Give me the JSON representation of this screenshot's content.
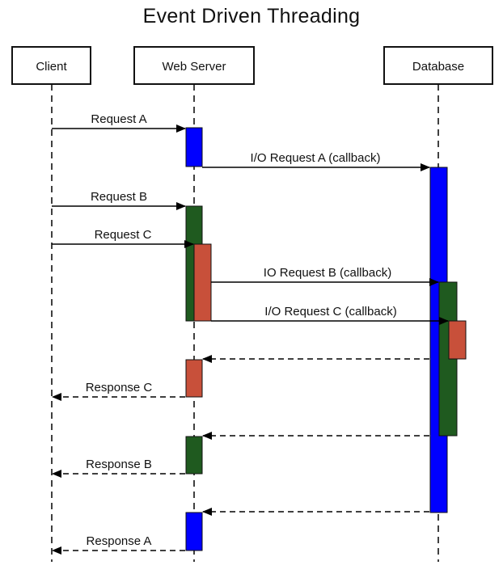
{
  "title": "Event Driven Threading",
  "participants": {
    "client": "Client",
    "web_server": "Web Server",
    "database": "Database"
  },
  "messages": {
    "request_a": "Request A",
    "io_request_a": "I/O Request A (callback)",
    "request_b": "Request B",
    "request_c": "Request C",
    "io_request_b": "IO Request B (callback)",
    "io_request_c": "I/O Request C (callback)",
    "response_c": "Response C",
    "response_b": "Response B",
    "response_a": "Response A"
  },
  "colors": {
    "request_a": "#0000ff",
    "request_b": "#1f5a1f",
    "request_c": "#c8503a"
  }
}
